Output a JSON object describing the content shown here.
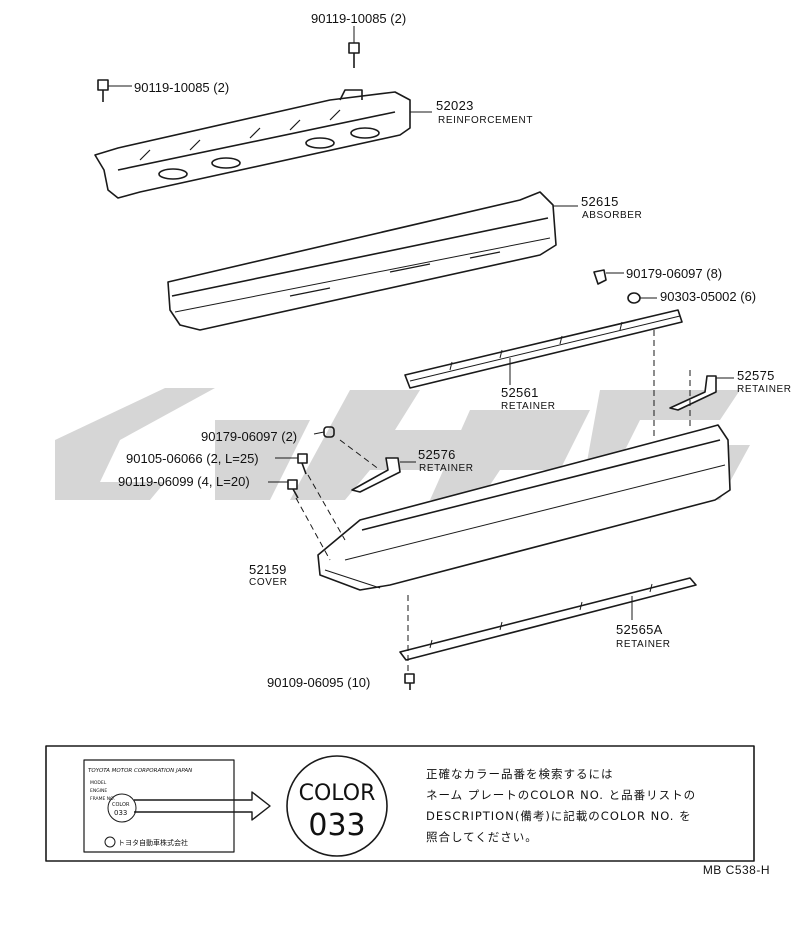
{
  "parts": {
    "bolt_top": "90119-10085 (2)",
    "bolt_left": "90119-10085 (2)",
    "reinforcement_no": "52023",
    "reinforcement_name": "REINFORCEMENT",
    "absorber_no": "52615",
    "absorber_name": "ABSORBER",
    "clip_a": "90179-06097 (8)",
    "washer": "90303-05002 (6)",
    "retainer_center_no": "52561",
    "retainer_center_name": "RETAINER",
    "retainer_right_no": "52575",
    "retainer_right_name": "RETAINER",
    "clip_b": "90179-06097 (2)",
    "screw_a": "90105-06066 (2, L=25)",
    "screw_b": "90119-06099 (4, L=20)",
    "retainer_left_no": "52576",
    "retainer_left_name": "RETAINER",
    "cover_no": "52159",
    "cover_name": "COVER",
    "retainer_lower_no": "52565A",
    "retainer_lower_name": "RETAINER",
    "bolt_bottom": "90109-06095 (10)"
  },
  "plate": {
    "company": "TOYOTA MOTOR CORPORATION JAPAN",
    "row1": "MODEL",
    "row2": "ENGINE",
    "row3": "FRAME NO.",
    "color_small": "COLOR",
    "color_small_no": "033",
    "maker": "トヨタ自動車株式会社"
  },
  "color_badge": {
    "label": "COLOR",
    "number": "033"
  },
  "note_lines": [
    "正確なカラー品番を検索するには",
    "ネーム プレートのCOLOR NO. と品番リストの",
    "DESCRIPTION(備考)に記載のCOLOR NO. を",
    "照合してください。"
  ],
  "ref_code": "MB C538-H",
  "colors": {
    "line": "#1a1a1a",
    "watermark": "#d4d4d4"
  }
}
